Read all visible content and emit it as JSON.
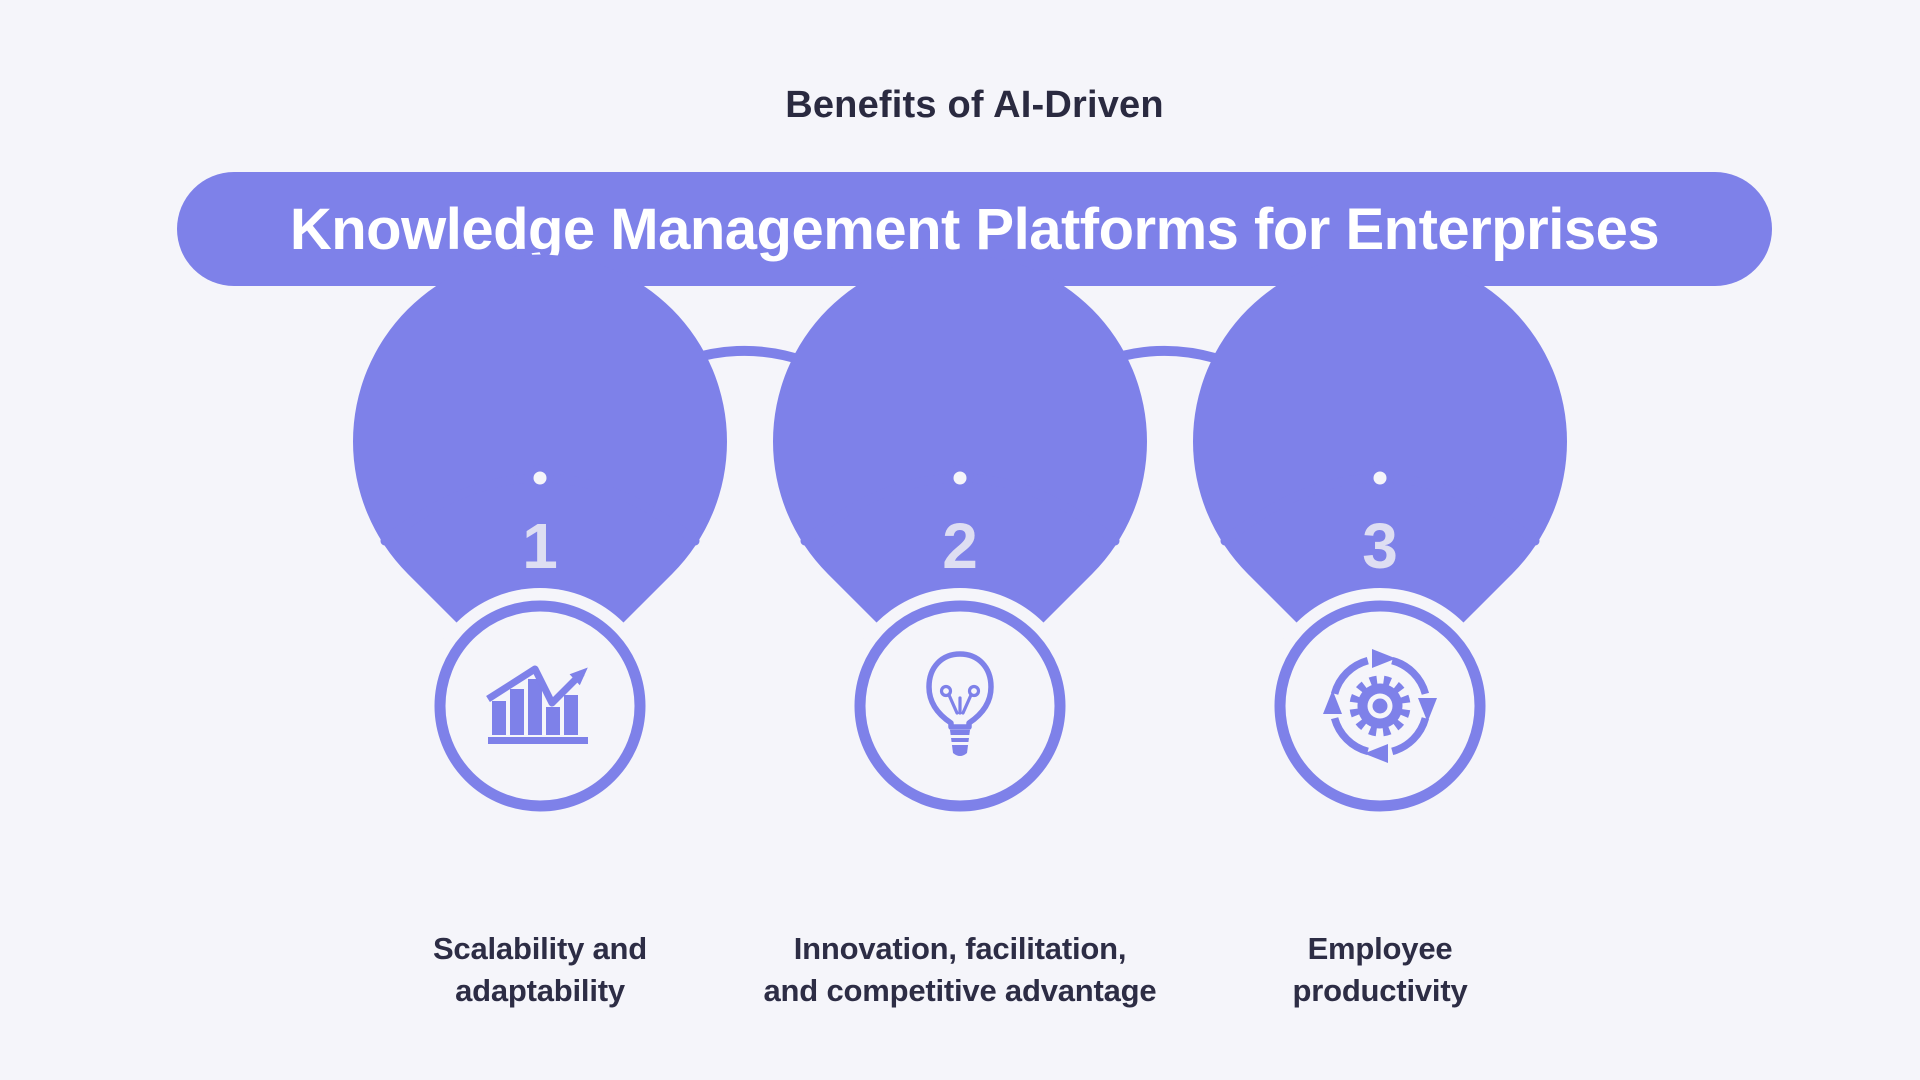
{
  "header": {
    "eyebrow": "Benefits of AI-Driven",
    "title": "Knowledge Management Platforms for Enterprises"
  },
  "steps": [
    {
      "number": "1",
      "label": "Scalability and\nadaptability",
      "icon": "growth-chart-icon"
    },
    {
      "number": "2",
      "label": "Innovation, facilitation,\nand competitive advantage",
      "icon": "lightbulb-icon"
    },
    {
      "number": "3",
      "label": "Employee\nproductivity",
      "icon": "gear-cycle-icon"
    }
  ],
  "colors": {
    "background": "#f5f5fa",
    "accent_purple": "#7e81e9",
    "step_number": "#dedef2",
    "heading_text": "#2a2a40",
    "label_text": "#2d2d45",
    "pill_text": "#ffffff"
  }
}
